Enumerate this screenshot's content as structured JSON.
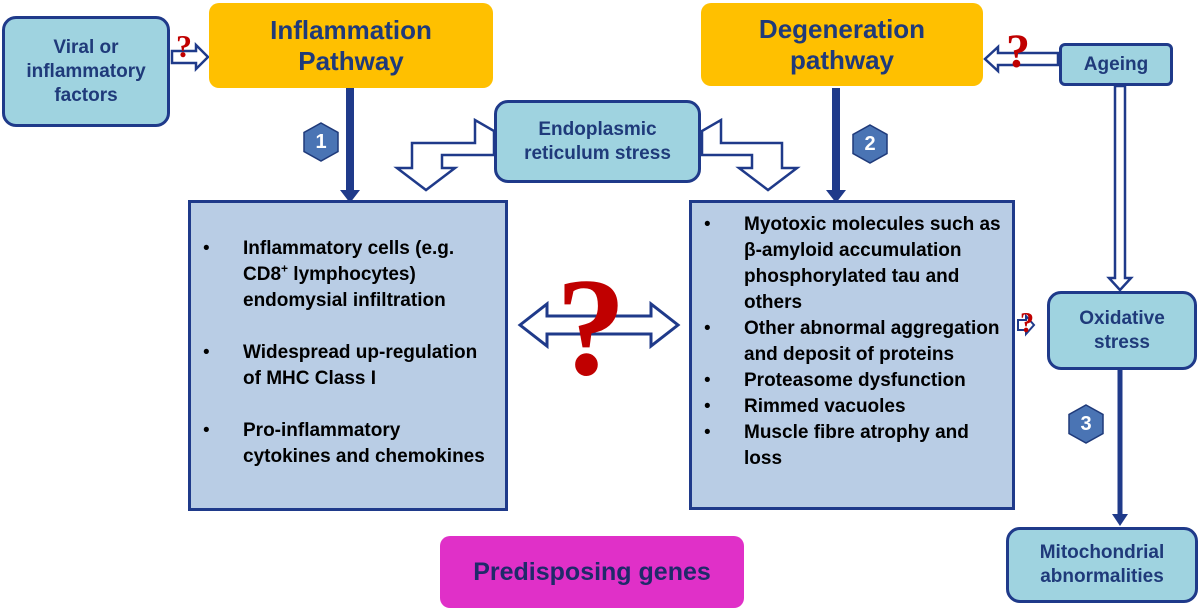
{
  "boxes": {
    "viral": "Viral or inflammatory factors",
    "inflammation": "Inflammation Pathway",
    "degeneration": "Degeneration pathway",
    "ageing": "Ageing",
    "er_stress": "Endoplasmic reticulum stress",
    "oxidative": "Oxidative stress",
    "mito": "Mitochondrial abnormalities",
    "genes": "Predisposing genes"
  },
  "inflammation_list": {
    "item1_a": "Inflammatory cells (e.g. CD8",
    "item1_sup": "+",
    "item1_b": " lymphocytes) endomysial infiltration",
    "item2": "Widespread up-regulation of MHC Class I",
    "item3": "Pro-inflammatory cytokines and chemokines"
  },
  "degeneration_list": [
    "Myotoxic molecules such as β-amyloid accumulation phosphorylated tau and others",
    "Other abnormal aggregation and deposit of proteins",
    "Proteasome dysfunction",
    "Rimmed vacuoles",
    "Muscle fibre atrophy and loss"
  ],
  "badges": [
    "1",
    "2",
    "3"
  ],
  "question_mark": "?",
  "colors": {
    "navy": "#1f3a8a",
    "light_blue": "#9fd3e0",
    "content_blue": "#b9cde5",
    "orange": "#ffc000",
    "magenta": "#e030c8",
    "question_red": "#c00000",
    "badge_fill": "#4a74b4"
  }
}
